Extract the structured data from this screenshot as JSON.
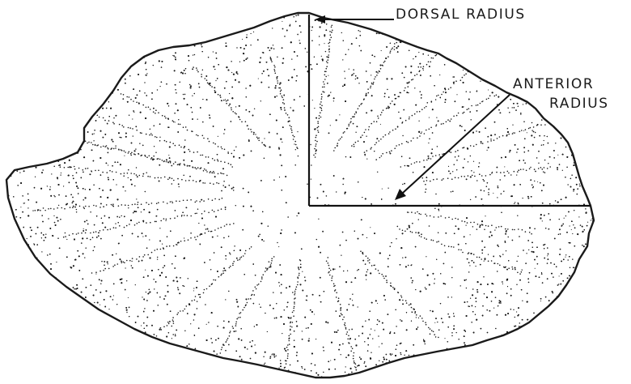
{
  "labels": {
    "dorsal_radius": "DORSAL RADIUS",
    "anterior_radius_line1": "ANTERIOR",
    "anterior_radius_line2": "RADIUS"
  },
  "colors": {
    "ink": "#1a1a1a",
    "paper": "#ffffff"
  }
}
